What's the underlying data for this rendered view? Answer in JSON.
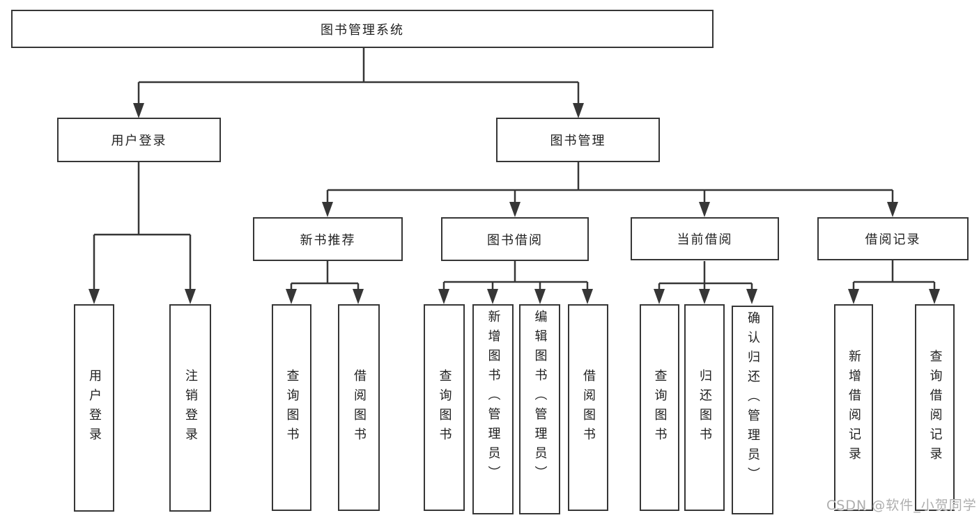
{
  "diagram": {
    "nodes": {
      "root": "图书管理系统",
      "user_login": "用户登录",
      "book_management": "图书管理",
      "new_book_recommend": "新书推荐",
      "book_borrow": "图书借阅",
      "current_borrow": "当前借阅",
      "borrow_records": "借阅记录",
      "leaves": {
        "user_login": "用户登录",
        "logout": "注销登录",
        "query_books_a": "查询图书",
        "borrow_books_a": "借阅图书",
        "query_books_b": "查询图书",
        "add_book_admin": "新增图书（管理员）",
        "edit_book_admin": "编辑图书（管理员）",
        "borrow_books_b": "借阅图书",
        "query_books_c": "查询图书",
        "return_books": "归还图书",
        "confirm_return_admin": "确认归还（管理员）",
        "add_borrow_record": "新增借阅记录",
        "query_borrow_record": "查询借阅记录"
      }
    },
    "colors": {
      "line": "#363636",
      "text": "#1f1f1f",
      "watermark": "#aeaeae",
      "background": "#ffffff"
    }
  },
  "watermark": "CSDN @软件_小贺同学"
}
